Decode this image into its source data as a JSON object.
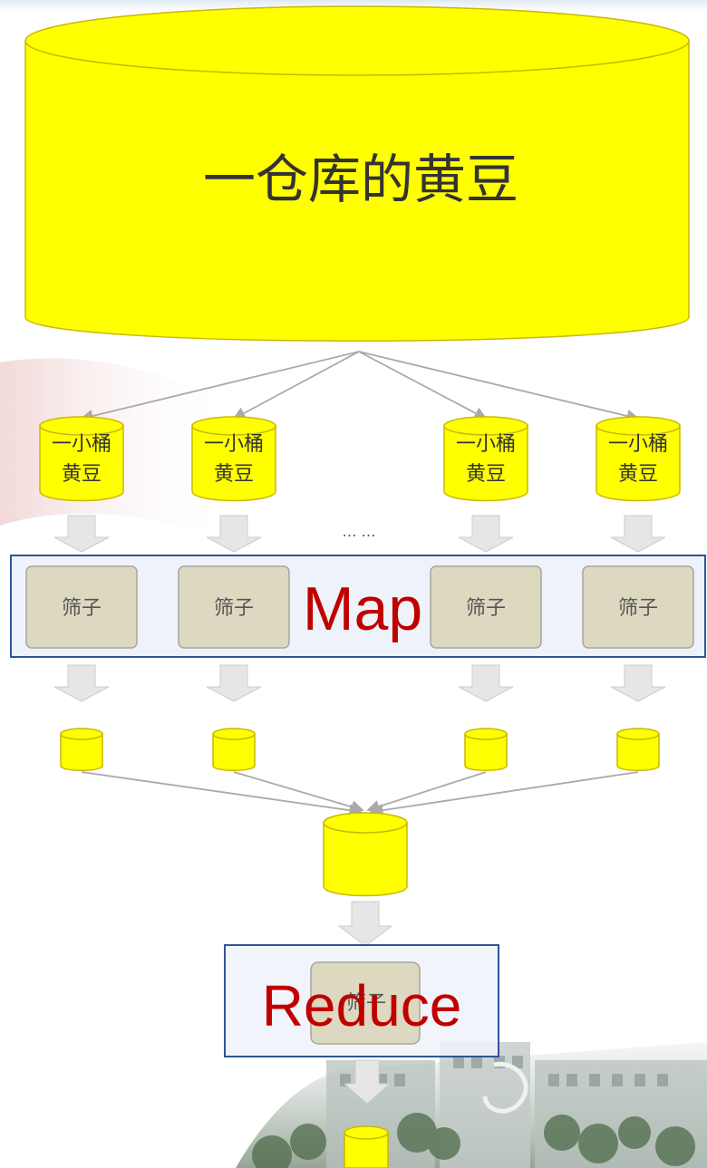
{
  "warehouse": {
    "label": "一仓库的黄豆",
    "fill": "#ffff00"
  },
  "buckets": {
    "line1": "一小桶",
    "line2": "黄豆",
    "count": 4
  },
  "ellipsis": "…  …",
  "map_stage": {
    "label": "Map",
    "sieve_label": "筛子",
    "count": 4
  },
  "reduce_stage": {
    "label": "Reduce",
    "sieve_label": "筛子"
  },
  "colors": {
    "bean_yellow": "#ffff00",
    "sieve_tan": "#ddd8c0",
    "box_blue_border": "#2f5597",
    "box_blue_fill": "#eef2fa",
    "stage_label_red": "#c00000",
    "arrow_gray": "#e6e6e6"
  }
}
